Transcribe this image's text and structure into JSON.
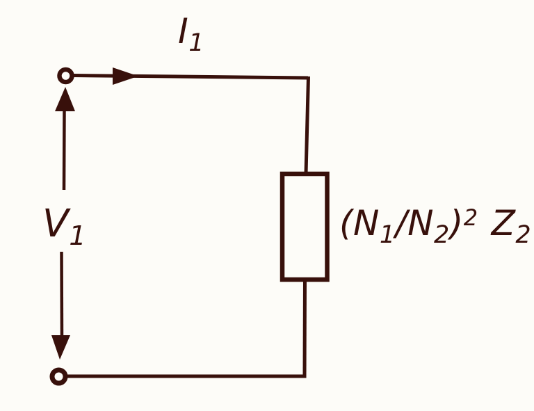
{
  "figure": {
    "kind": "circuit-diagram",
    "ink_color": "#38100b",
    "paper_color": "#fdfcf8"
  },
  "labels": {
    "current": {
      "base": "I",
      "sub": "1"
    },
    "voltage": {
      "base": "V",
      "sub": "1"
    },
    "impedance": {
      "open_paren": "(",
      "n1": "N",
      "n1_sub": "1",
      "slash": "/",
      "n2": "N",
      "n2_sub": "2",
      "close_paren": ")",
      "exponent": "2",
      "z": "Z",
      "z_sub": "2"
    }
  }
}
